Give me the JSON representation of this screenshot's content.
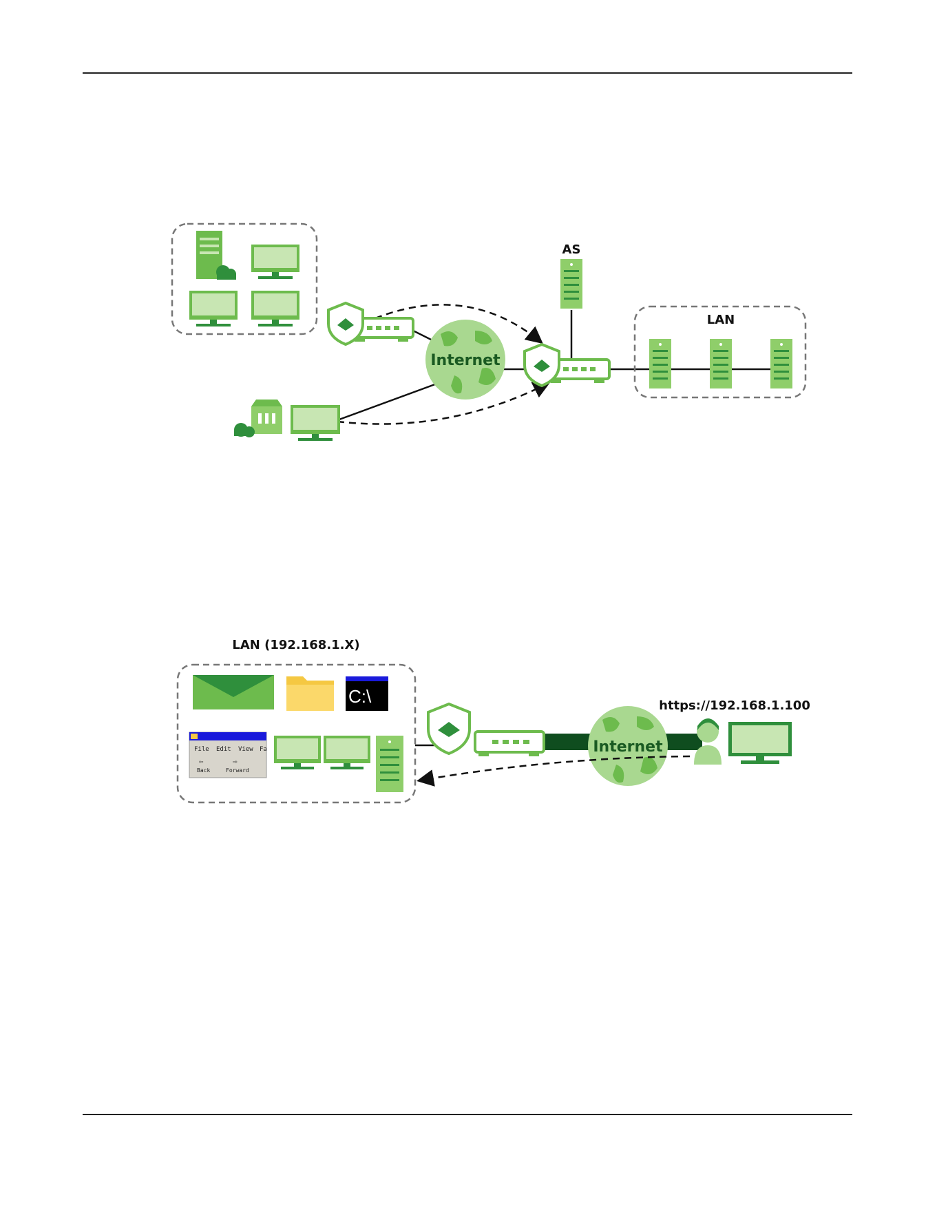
{
  "colors": {
    "green_light": "#8fce6a",
    "green_mid": "#6dbb4d",
    "green_dark": "#2f8f3c",
    "green_deep": "#0f4d1f",
    "screen": "#c8e6b3",
    "globe": "#a9d890"
  },
  "diagram1": {
    "as_label": "AS",
    "lan_label": "LAN",
    "internet_label": "Internet"
  },
  "diagram2": {
    "lan_label": "LAN (192.168.1.X)",
    "internet_label": "Internet",
    "url_label": "https://192.168.1.100",
    "terminal_text": "C:\\",
    "explorer": {
      "menu": [
        "File",
        "Edit",
        "View",
        "Fa"
      ],
      "back_label": "Back",
      "forward_label": "Forward"
    }
  }
}
